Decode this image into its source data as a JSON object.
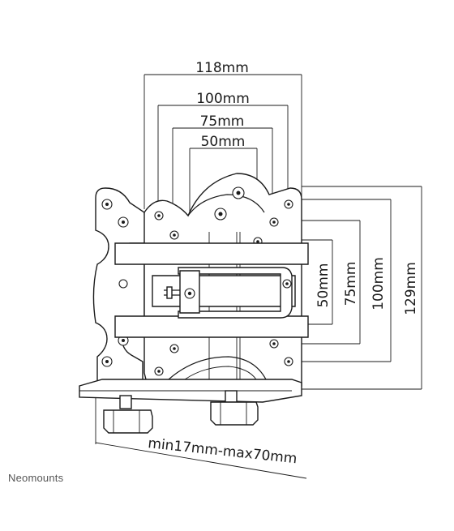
{
  "dimensions": {
    "width_118": "118mm",
    "width_100": "100mm",
    "width_75": "75mm",
    "width_50": "50mm",
    "height_50": "50mm",
    "height_75": "75mm",
    "height_100": "100mm",
    "height_129": "129mm",
    "clamp_range": "min17mm-max70mm"
  },
  "brand": "Neomounts",
  "colors": {
    "line": "#1a1a1a",
    "background": "#ffffff",
    "brand_text": "#555555"
  }
}
